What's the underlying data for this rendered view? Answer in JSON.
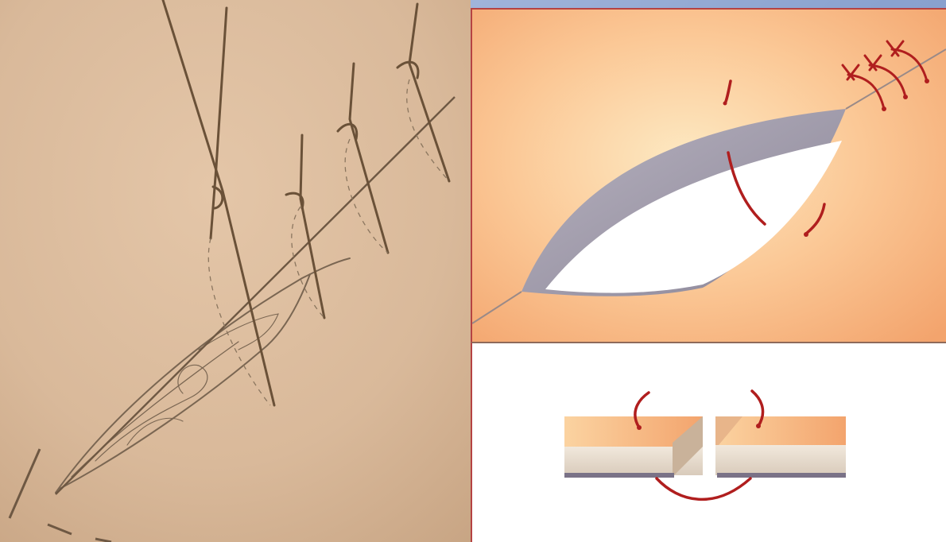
{
  "figure": {
    "left_panel": {
      "kind": "pencil-sketch",
      "subject": "interrupted-sutures-sketch"
    },
    "right_top_panel": {
      "kind": "illustration",
      "subject": "wound-with-suture-stitches"
    },
    "right_bottom_panel": {
      "kind": "illustration",
      "subject": "skin-layer-cross-section-suture"
    }
  },
  "colors": {
    "paper": "#d9b99a",
    "pencil": "#6e5843",
    "skin_light": "#fde3b5",
    "skin_dark": "#f3a66f",
    "suture": "#b01e1e",
    "panel_border": "#b54343",
    "background": "#8aa2cf"
  }
}
